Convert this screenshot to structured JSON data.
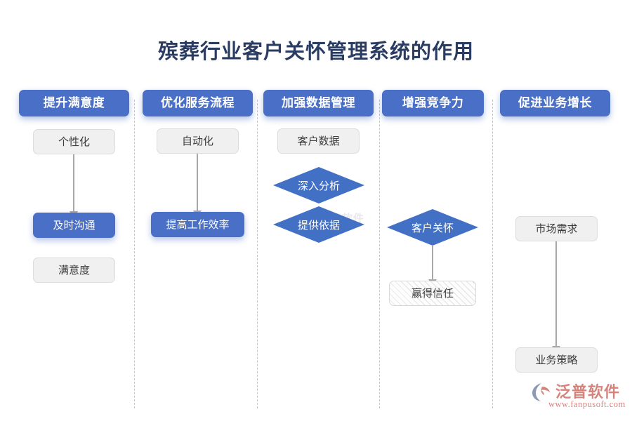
{
  "page": {
    "title": "殡葬行业客户关怀管理系统的作用",
    "background_color": "#ffffff",
    "accent_color": "#4a6fc7",
    "title_color": "#2b3c63",
    "watermark_text": "泛普软件"
  },
  "columns": [
    {
      "header": "提升满意度",
      "nodes": [
        {
          "label": "个性化",
          "style": "gray"
        },
        {
          "label": "及时沟通",
          "style": "blue"
        },
        {
          "label": "满意度",
          "style": "gray"
        }
      ]
    },
    {
      "header": "优化服务流程",
      "nodes": [
        {
          "label": "自动化",
          "style": "gray"
        },
        {
          "label": "提高工作效率",
          "style": "blue"
        }
      ]
    },
    {
      "header": "加强数据管理",
      "nodes": [
        {
          "label": "客户数据",
          "style": "gray"
        },
        {
          "label": "深入分析",
          "style": "diamond"
        },
        {
          "label": "提供依据",
          "style": "diamond"
        }
      ]
    },
    {
      "header": "增强竞争力",
      "nodes": [
        {
          "label": "客户关怀",
          "style": "diamond"
        },
        {
          "label": "赢得信任",
          "style": "hatch"
        }
      ]
    },
    {
      "header": "促进业务增长",
      "nodes": [
        {
          "label": "市场需求",
          "style": "gray"
        },
        {
          "label": "业务策略",
          "style": "gray"
        }
      ]
    }
  ],
  "logo": {
    "name": "泛普软件",
    "url": "www.fanpusoft.com",
    "color": "#d6837c"
  }
}
